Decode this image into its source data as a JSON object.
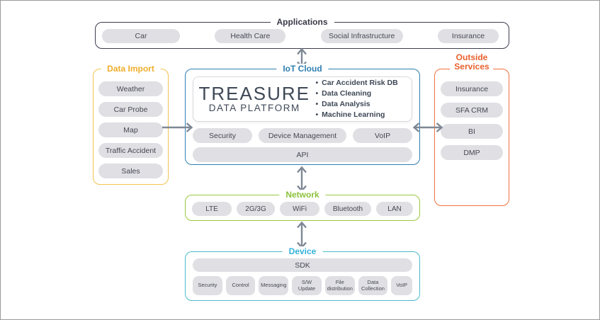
{
  "applications": {
    "title": "Applications",
    "items": [
      "Car",
      "Health Care",
      "Social Infrastructure",
      "Insurance"
    ]
  },
  "data_import": {
    "title": "Data Import",
    "items": [
      "Weather",
      "Car Probe",
      "Map",
      "Traffic Accident",
      "Sales"
    ]
  },
  "iot_cloud": {
    "title": "IoT Cloud",
    "platform": {
      "name": "TREASURE",
      "subname": "DATA PLATFORM",
      "features": [
        "Car Accident Risk DB",
        "Data Cleaning",
        "Data Analysis",
        "Machine Learning"
      ]
    },
    "services": [
      "Security",
      "Device Management",
      "VoIP"
    ],
    "api": "API"
  },
  "outside_services": {
    "title_line1": "Outside",
    "title_line2": "Services",
    "items": [
      "Insurance",
      "SFA CRM",
      "BI",
      "DMP"
    ]
  },
  "network": {
    "title": "Network",
    "items": [
      "LTE",
      "2G/3G",
      "WiFi",
      "Bluetooth",
      "LAN"
    ]
  },
  "device": {
    "title": "Device",
    "sdk": "SDK",
    "items": [
      "Security",
      "Control",
      "Messaging",
      "S/W Update",
      "File distribution",
      "Data Collection",
      "VoIP"
    ]
  },
  "colors": {
    "applications_border": "#3d3d4f",
    "data_import": "#efae2b",
    "iot_cloud": "#2f7faf",
    "outside_services": "#e8602c",
    "network": "#8cc23b",
    "device": "#33b2dc",
    "pill_bg": "#dfdfe4",
    "pill_text": "#474752",
    "arrow": "#7e8894",
    "platform_text": "#3e4856"
  }
}
